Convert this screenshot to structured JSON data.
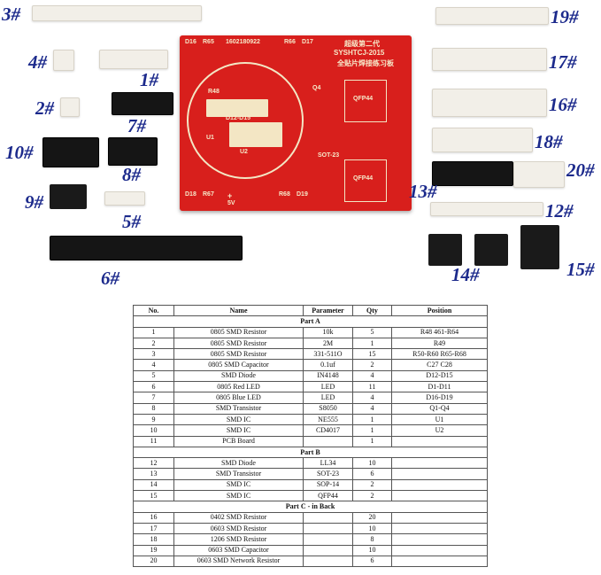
{
  "labels": {
    "l3": "3#",
    "l19": "19#",
    "l4": "4#",
    "l1": "1#",
    "l17": "17#",
    "l2": "2#",
    "l7": "7#",
    "l16": "16#",
    "l10": "10#",
    "l8": "8#",
    "l18": "18#",
    "l20": "20#",
    "l13": "13#",
    "l9": "9#",
    "l5": "5#",
    "l12": "12#",
    "l14": "14#",
    "l15": "15#",
    "l6": "6#"
  },
  "pcb": {
    "title_cn": "超级第二代",
    "model": "SYSHTCJ-2015",
    "subtitle_cn": "全贴片焊接练习板",
    "serial": "1602180922",
    "qfp_top": "QFP44",
    "qfp_bottom": "QFP44",
    "sot": "SOT-23",
    "ic_u1": "U1",
    "ic_u2": "U2",
    "marks": {
      "d16": "D16",
      "r65": "R65",
      "r66": "R66",
      "d17": "D17",
      "d18": "D18",
      "r67": "R67",
      "r68": "R68",
      "d19": "D19",
      "r48": "R48",
      "d12": "D12-D15",
      "q": "Q4",
      "vcc": "+",
      "gnd": "5V"
    }
  },
  "table": {
    "headers": [
      "No.",
      "Name",
      "Parameter",
      "Qty",
      "Position"
    ],
    "sections": [
      {
        "title": "Part A",
        "rows": [
          {
            "no": "1",
            "name": "0805 SMD Resistor",
            "param": "10k",
            "qty": "5",
            "pos": "R48 461-R64"
          },
          {
            "no": "2",
            "name": "0805 SMD Resistor",
            "param": "2M",
            "qty": "1",
            "pos": "R49"
          },
          {
            "no": "3",
            "name": "0805 SMD Resistor",
            "param": "331-511O",
            "qty": "15",
            "pos": "R50-R60 R65-R68"
          },
          {
            "no": "4",
            "name": "0805 SMD Capacitor",
            "param": "0.1uf",
            "qty": "2",
            "pos": "C27 C28"
          },
          {
            "no": "5",
            "name": "SMD Diode",
            "param": "IN4148",
            "qty": "4",
            "pos": "D12-D15"
          },
          {
            "no": "6",
            "name": "0805 Red LED",
            "param": "LED",
            "qty": "11",
            "pos": "D1-D11"
          },
          {
            "no": "7",
            "name": "0805 Blue LED",
            "param": "LED",
            "qty": "4",
            "pos": "D16-D19"
          },
          {
            "no": "8",
            "name": "SMD Transistor",
            "param": "S8050",
            "qty": "4",
            "pos": "Q1-Q4"
          },
          {
            "no": "9",
            "name": "SMD IC",
            "param": "NE555",
            "qty": "1",
            "pos": "U1"
          },
          {
            "no": "10",
            "name": "SMD IC",
            "param": "CD4017",
            "qty": "1",
            "pos": "U2"
          },
          {
            "no": "11",
            "name": "PCB Board",
            "param": "",
            "qty": "1",
            "pos": ""
          }
        ]
      },
      {
        "title": "Part B",
        "rows": [
          {
            "no": "12",
            "name": "SMD Diode",
            "param": "LL34",
            "qty": "10",
            "pos": ""
          },
          {
            "no": "13",
            "name": "SMD Transistor",
            "param": "SOT-23",
            "qty": "6",
            "pos": ""
          },
          {
            "no": "14",
            "name": "SMD IC",
            "param": "SOP-14",
            "qty": "2",
            "pos": ""
          },
          {
            "no": "15",
            "name": "SMD IC",
            "param": "QFP44",
            "qty": "2",
            "pos": ""
          }
        ]
      },
      {
        "title": "Part C - in Back",
        "rows": [
          {
            "no": "16",
            "name": "0402 SMD Resistor",
            "param": "",
            "qty": "20",
            "pos": ""
          },
          {
            "no": "17",
            "name": "0603 SMD Resistor",
            "param": "",
            "qty": "10",
            "pos": ""
          },
          {
            "no": "18",
            "name": "1206 SMD Resistor",
            "param": "",
            "qty": "8",
            "pos": ""
          },
          {
            "no": "19",
            "name": "0603 SMD Capacitor",
            "param": "",
            "qty": "10",
            "pos": ""
          },
          {
            "no": "20",
            "name": "0603 SMD Network Resistor",
            "param": "",
            "qty": "6",
            "pos": ""
          }
        ]
      }
    ]
  }
}
